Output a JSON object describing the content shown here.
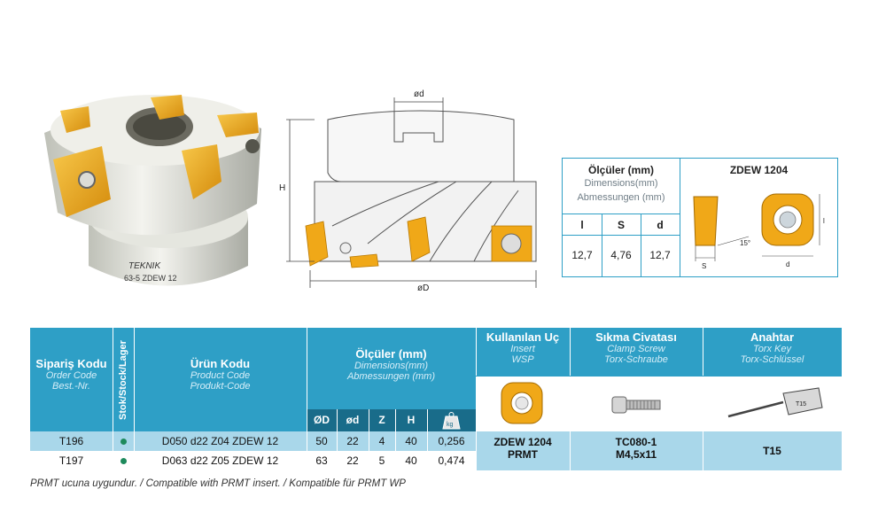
{
  "photo": {
    "brand": "TEKNIK",
    "model": "63-5 ZDEW 12"
  },
  "drawing": {
    "label_d": "ød",
    "label_D": "øD",
    "label_H": "H"
  },
  "dimensions_box": {
    "title": "Ölçüler (mm)",
    "title_en": "Dimensions(mm)",
    "title_de": "Abmessungen (mm)",
    "insert_name": "ZDEW 1204",
    "headers": [
      "l",
      "S",
      "d"
    ],
    "values": [
      "12,7",
      "4,76",
      "12,7"
    ],
    "diagram_labels": {
      "angle": "15°",
      "s": "S",
      "l": "l",
      "d": "d"
    }
  },
  "table": {
    "col_order_code": {
      "tr": "Sipariş Kodu",
      "en": "Order Code",
      "de": "Best.-Nr."
    },
    "col_stock": "Stok/Stock/Lager",
    "col_product_code": {
      "tr": "Ürün Kodu",
      "en": "Product Code",
      "de": "Produkt-Code"
    },
    "col_dimensions": {
      "tr": "Ölçüler (mm)",
      "en": "Dimensions(mm)",
      "de": "Abmessungen (mm)"
    },
    "dim_headers": [
      "ØD",
      "ød",
      "Z",
      "H"
    ],
    "weight_icon": "kg",
    "col_insert": {
      "tr": "Kullanılan Uç",
      "en": "Insert",
      "de": "WSP"
    },
    "col_screw": {
      "tr": "Sıkma Civatası",
      "en": "Clamp Screw",
      "de": "Torx-Schraube"
    },
    "col_key": {
      "tr": "Anahtar",
      "en": "Torx Key",
      "de": "Torx-Schlüssel"
    },
    "key_label": "T15",
    "rows": [
      {
        "order": "T196",
        "product": "D050 d22 Z04 ZDEW 12",
        "D": "50",
        "d": "22",
        "Z": "4",
        "H": "40",
        "w": "0,256"
      },
      {
        "order": "T197",
        "product": "D063 d22 Z05 ZDEW 12",
        "D": "63",
        "d": "22",
        "Z": "5",
        "H": "40",
        "w": "0,474"
      }
    ],
    "insert_value": "ZDEW 1204\nPRMT",
    "insert_value_1": "ZDEW 1204",
    "insert_value_2": "PRMT",
    "screw_value_1": "TC080-1",
    "screw_value_2": "M4,5x11",
    "key_value": "T15"
  },
  "footnote": "PRMT ucuna uygundur. / Compatible with PRMT insert. / Kompatible für PRMT WP",
  "colors": {
    "header": "#2e9fc6",
    "header_dark": "#196c8a",
    "row_light": "#a9d7ea",
    "insert_gold": "#f0a818",
    "stock_dot": "#1d8a5c"
  }
}
